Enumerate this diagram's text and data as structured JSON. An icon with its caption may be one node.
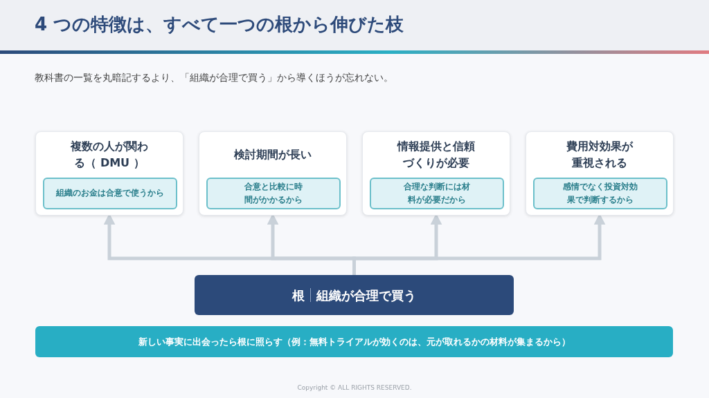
{
  "diagram": {
    "title": "4 つの特徴は、すべて一つの根から伸びた枝",
    "nodes": [
      {
        "text": [
          "複数の人が関わる（ DMU ）"
        ]
      },
      {
        "text": [
          "組織のお金は合意で使うから"
        ],
        "in": 0
      },
      {
        "text": [
          "検討期間が長い"
        ]
      },
      {
        "text": [
          "合意と比較に時間がかかるから"
        ],
        "in": 2
      },
      {
        "text": [
          "情報提供と信頼づくりが必要"
        ]
      },
      {
        "text": [
          "合理な判断には材料が必要だから"
        ],
        "in": 4
      },
      {
        "text": [
          "費用対効果が重視される"
        ]
      },
      {
        "text": [
          "感情でなく投資対効果で判断するから"
        ],
        "in": 6
      },
      {
        "text": [
          "根",
          "組織が合理で買う"
        ]
      },
      {
        "text": [
          "新しい事実に出会ったら根に照らす（例：無料トライアルが効くのは、元が取れるかの材料が集まるから）"
        ]
      }
    ],
    "edges": [
      {
        "from": 8,
        "to": 0,
        "arrow": "to"
      },
      {
        "from": 8,
        "to": 2,
        "arrow": "to"
      },
      {
        "from": 8,
        "to": 4,
        "arrow": "to"
      },
      {
        "from": 8,
        "to": 6,
        "arrow": "to"
      }
    ],
    "labels": [
      "教科書の一覧を丸暗記するより、「組織が合理で買う」から導くほうが忘れない。",
      "Copyright © ALL RIGHTS RESERVED."
    ]
  }
}
